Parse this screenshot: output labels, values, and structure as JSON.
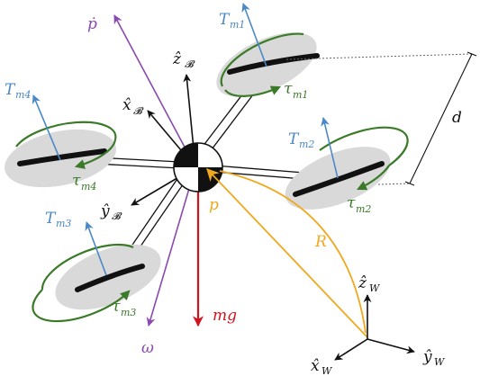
{
  "colors": {
    "black": "#111111",
    "thrust": "#4a88c8",
    "torque": "#3a7a28",
    "gravity": "#d0141e",
    "position": "#f0a81e",
    "angular": "#8a4ab0",
    "rotor_disc": "#d9d9d9"
  },
  "labels": {
    "p_dot": "ṗ",
    "z_b": "ẑ",
    "x_b": "x̂",
    "y_b": "ŷ",
    "body_frame_sub": "𝓑",
    "T": "T",
    "tau": "τ",
    "m1": "m1",
    "m2": "m2",
    "m3": "m3",
    "m4": "m4",
    "d": "d",
    "p": "p",
    "R": "R",
    "mg": "mg",
    "omega": "ω",
    "z_w": "ẑ",
    "x_w": "x̂",
    "y_w": "ŷ",
    "world_frame_sub": "W"
  }
}
